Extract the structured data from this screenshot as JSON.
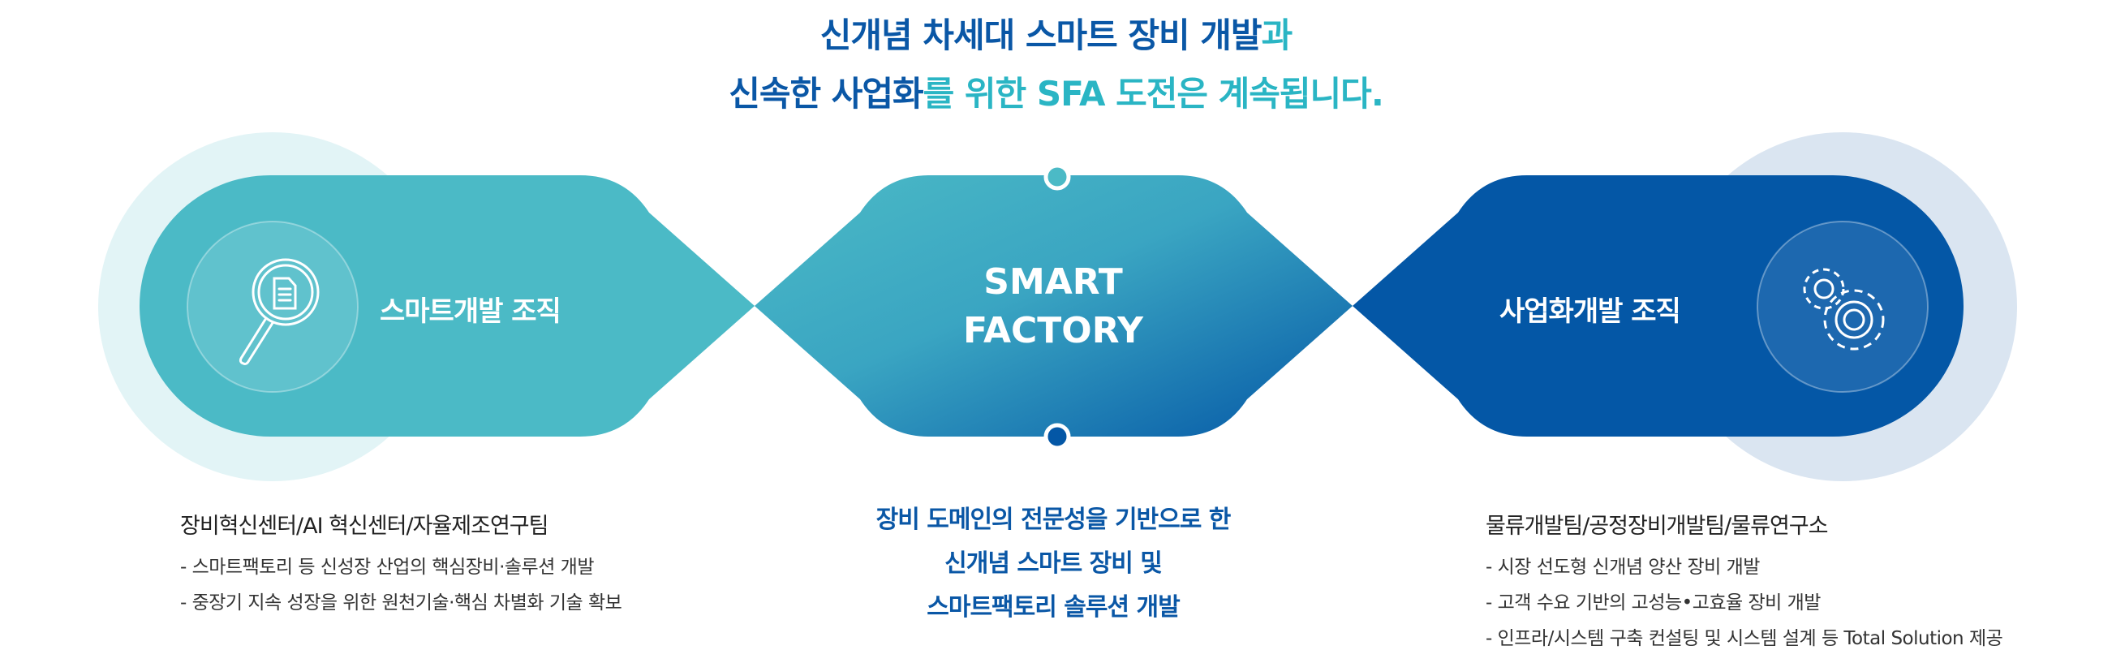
{
  "header": {
    "line1_blue": "신개념 차세대 스마트 장비 개발",
    "line1_teal": "과",
    "line2_blue": "신속한 사업화",
    "line2_teal": "를 위한 SFA 도전은 계속됩니다."
  },
  "left": {
    "label": "스마트개발 조직",
    "icon": "magnifier-document-icon",
    "heading": "장비혁신센터/AI 혁신센터/자율제조연구팀",
    "bullets": [
      "- 스마트팩토리 등 신성장 산업의 핵심장비·솔루션 개발",
      "- 중장기 지속 성장을 위한 원천기술·핵심 차별화 기술 확보"
    ]
  },
  "center": {
    "line1": "SMART",
    "line2": "FACTORY",
    "desc": [
      "장비 도메인의 전문성을 기반으로 한",
      "신개념 스마트 장비 및",
      "스마트팩토리 솔루션 개발"
    ]
  },
  "right": {
    "label": "사업화개발 조직",
    "icon": "gears-icon",
    "heading": "물류개발팀/공정장비개발팀/물류연구소",
    "bullets": [
      "- 시장 선도형 신개념 양산 장비 개발",
      "- 고객 수요 기반의 고성능•고효율 장비 개발",
      "- 인프라/시스템 구축 컨설팅 및 시스템 설계 등 Total Solution 제공"
    ]
  },
  "colors": {
    "teal": "#4bbac6",
    "blue": "#0457a6",
    "title_blue": "#0a57a6",
    "title_teal": "#2ab5c4",
    "halo_teal": "#e2f4f6",
    "halo_blue": "#dae5f1"
  }
}
